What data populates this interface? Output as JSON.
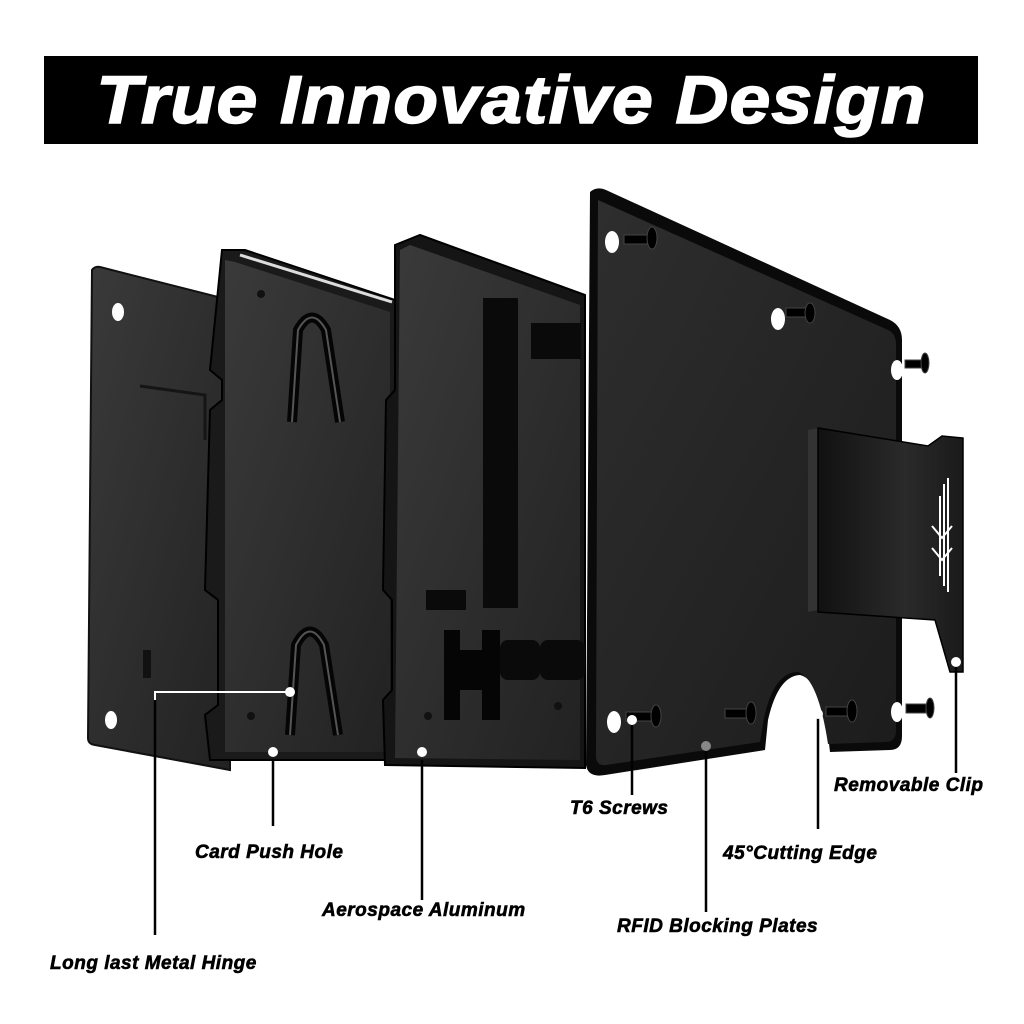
{
  "banner": {
    "title": "True Innovative Design",
    "background": "#000000",
    "text_color": "#ffffff"
  },
  "illustration": {
    "subject": "exploded view of slim metal card wallet",
    "components": [
      "back-plate",
      "hinge-plate",
      "aerospace-aluminum-frame",
      "front-rfid-plate",
      "removable-clip"
    ],
    "plate_color": "#2b2b2b"
  },
  "callouts": [
    {
      "id": "hinge",
      "label": "Long last Metal Hinge"
    },
    {
      "id": "card-push-hole",
      "label": "Card Push Hole"
    },
    {
      "id": "aerospace-aluminum",
      "label": "Aerospace Aluminum"
    },
    {
      "id": "t6-screws",
      "label": "T6 Screws"
    },
    {
      "id": "rfid-plates",
      "label": "RFID Blocking Plates"
    },
    {
      "id": "cutting-edge",
      "label": "45°Cutting Edge"
    },
    {
      "id": "removable-clip",
      "label": "Removable Clip"
    }
  ]
}
